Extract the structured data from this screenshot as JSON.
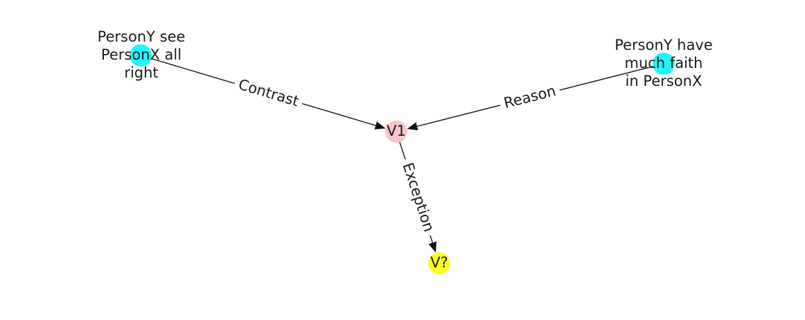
{
  "graph": {
    "nodes": [
      {
        "id": "n1",
        "lines": [
          "PersonY see",
          "PersonX all",
          "right"
        ],
        "color": "#1ef7f7"
      },
      {
        "id": "n2",
        "lines": [
          "PersonY have",
          "much faith",
          "in PersonX"
        ],
        "color": "#1ef7f7"
      },
      {
        "id": "v1",
        "lines": [
          "V1"
        ],
        "color": "#f9c5cd"
      },
      {
        "id": "vq",
        "lines": [
          "V?"
        ],
        "color": "#ffff22"
      }
    ],
    "edges": [
      {
        "id": "e1",
        "from": "n1",
        "to": "v1",
        "label": "Contrast"
      },
      {
        "id": "e2",
        "from": "n2",
        "to": "v1",
        "label": "Reason"
      },
      {
        "id": "e3",
        "from": "v1",
        "to": "vq",
        "label": "Exception"
      }
    ]
  }
}
